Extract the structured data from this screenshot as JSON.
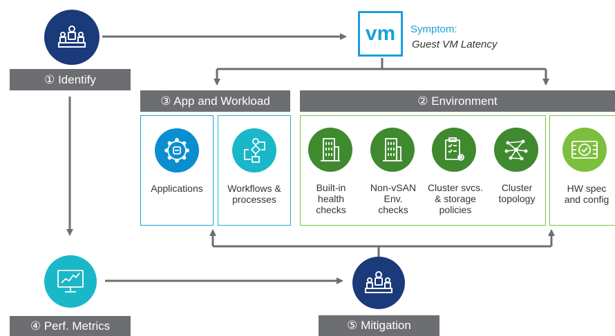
{
  "symptom": {
    "vm_label": "vm",
    "title": "Symptom:",
    "subtitle": "Guest VM Latency"
  },
  "steps": {
    "identify": "① Identify",
    "app_workload": "③ App and Workload",
    "environment": "② Environment",
    "perf_metrics": "④ Perf. Metrics",
    "mitigation": "⑤ Mitigation"
  },
  "app_items": [
    {
      "label": "Applications",
      "icon": "network-hub-icon"
    },
    {
      "label": "Workflows &\nprocesses",
      "icon": "workflow-icon"
    }
  ],
  "env_items": [
    {
      "label": "Built-in\nhealth\nchecks",
      "icon": "building-icon"
    },
    {
      "label": "Non-vSAN\nEnv.\nchecks",
      "icon": "building-icon"
    },
    {
      "label": "Cluster svcs.\n& storage\npolicies",
      "icon": "clipboard-gear-icon"
    },
    {
      "label": "Cluster\ntopology",
      "icon": "topology-icon"
    }
  ],
  "hw_item": {
    "label": "HW spec\nand config",
    "icon": "server-check-icon"
  },
  "colors": {
    "navy": "#1b3a7a",
    "blue": "#0a8ed0",
    "teal": "#1ab7c8",
    "green": "#3f8a2f",
    "lime": "#7cbf3c",
    "gray": "#6d6e71"
  }
}
